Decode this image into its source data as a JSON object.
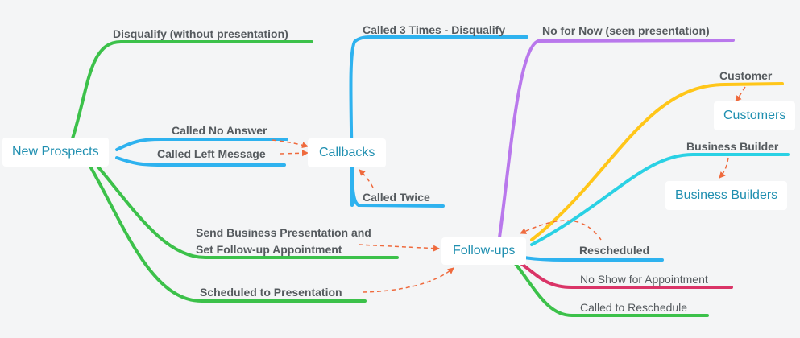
{
  "nodes": {
    "new_prospects": "New Prospects",
    "callbacks": "Callbacks",
    "follow_ups": "Follow-ups",
    "customers": "Customers",
    "business_builders": "Business Builders"
  },
  "branches": {
    "disqualify": "Disqualify (without presentation)",
    "called_no_answer": "Called No Answer",
    "called_left_message": "Called Left Message",
    "send_presentation_line1": "Send Business Presentation and",
    "send_presentation_line2": "Set Follow-up Appointment",
    "scheduled_to_presentation": "Scheduled to Presentation",
    "called_3_times": "Called 3 Times - Disqualify",
    "called_twice": "Called Twice",
    "no_for_now": "No for Now (seen presentation)",
    "customer": "Customer",
    "business_builder": "Business Builder",
    "rescheduled": "Rescheduled",
    "no_show": "No Show for Appointment",
    "called_to_reschedule": "Called to Reschedule"
  },
  "colors": {
    "green": "#3cc14a",
    "blue": "#2eb2ef",
    "purple": "#b978ec",
    "yellow": "#ffc619",
    "cyan": "#2ad1e4",
    "crimson": "#da3467",
    "arrow": "#ef6a3d",
    "node_text": "#1f8fb0",
    "label_text": "#555a5e"
  }
}
